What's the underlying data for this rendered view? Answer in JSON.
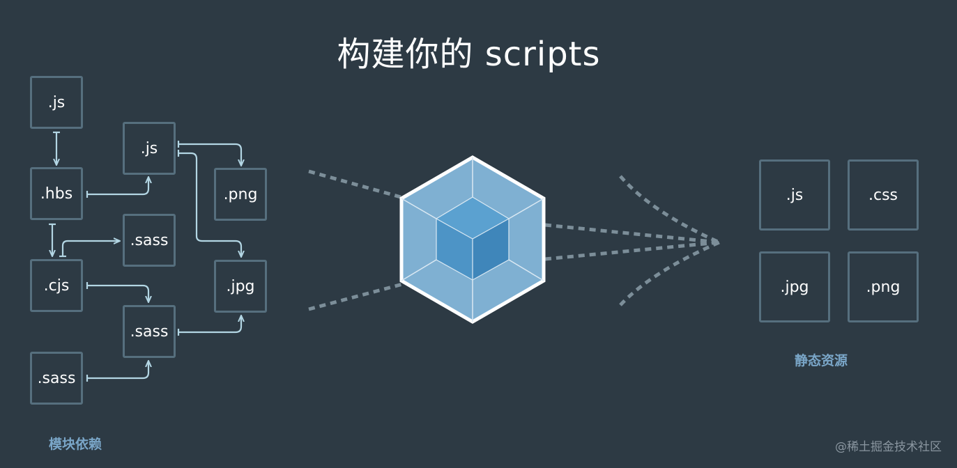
{
  "title": "构建你的 scripts",
  "modules": {
    "caption": "模块依赖",
    "nodes": [
      ".js",
      ".hbs",
      ".cjs",
      ".sass",
      ".js",
      ".sass",
      ".sass",
      ".png",
      ".jpg"
    ]
  },
  "assets": {
    "caption": "静态资源",
    "nodes": [
      ".js",
      ".css",
      ".jpg",
      ".png"
    ]
  },
  "watermark": "@稀土掘金技术社区",
  "colors": {
    "background": "#2d3a44",
    "box_border": "#566f7e",
    "connector": "#b3d6e4",
    "cube_outer": "#8ab4d3",
    "cube_inner": "#4d94c6",
    "caption": "#7aa6c8"
  }
}
